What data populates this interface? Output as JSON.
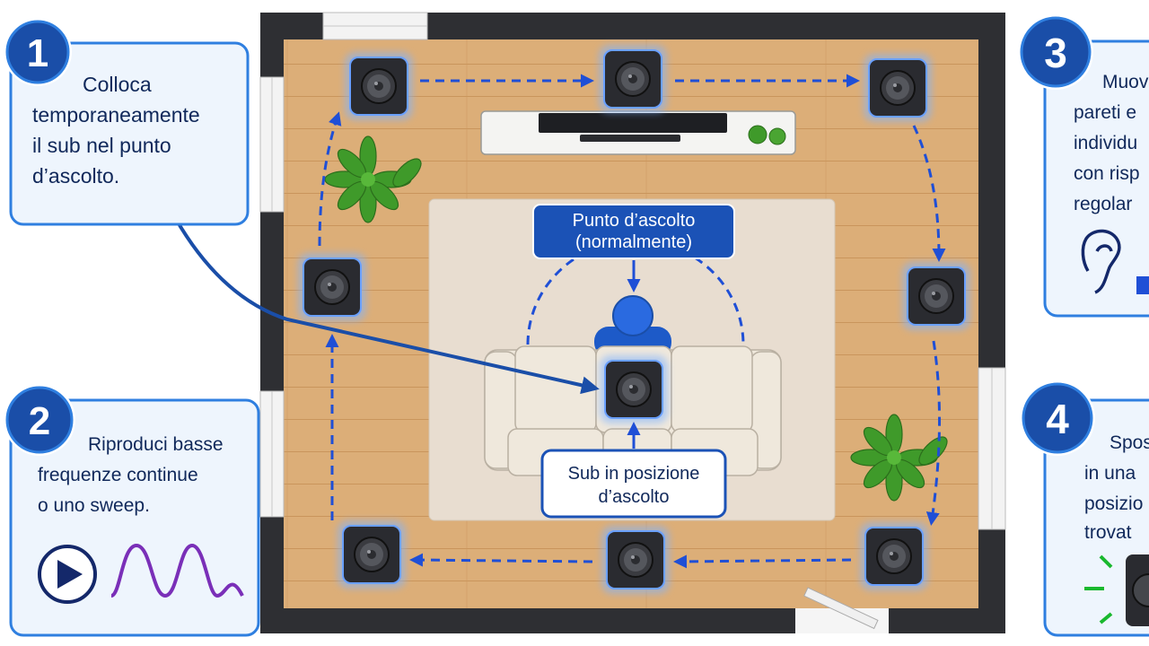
{
  "steps": [
    {
      "number": "1",
      "lines": [
        "Colloca",
        "temporaneamente",
        "il sub nel punto",
        "d’ascolto."
      ]
    },
    {
      "number": "2",
      "lines": [
        "Riproduci basse",
        "frequenze continue",
        "o uno sweep."
      ]
    },
    {
      "number": "3",
      "lines": [
        "Muov",
        "pareti e",
        "individu",
        "con risp",
        "regolar"
      ]
    },
    {
      "number": "4",
      "lines": [
        "Spos",
        "in una",
        "posizio",
        "trovat"
      ]
    }
  ],
  "labels": {
    "listening_point": [
      "Punto d’ascolto",
      "(normalmente)"
    ],
    "sub_position": [
      "Sub in posizione",
      "d’ascolto"
    ]
  },
  "icons": {
    "step2": "play-icon",
    "step2_wave": "sine-wave-icon",
    "step3": "ear-icon",
    "step4": "speaker-glow-icon"
  },
  "colors": {
    "accent": "#1a4ea8",
    "arrow": "#1f4fd6",
    "panel_bg": "#eef5fd",
    "panel_border": "#2f7fe0",
    "floor": "#dcae78",
    "wall": "#2e2f33",
    "rug": "#e8ddd0",
    "sofa": "#efe8dc",
    "plant": "#3f9a2a",
    "wave": "#7a2fb8"
  }
}
